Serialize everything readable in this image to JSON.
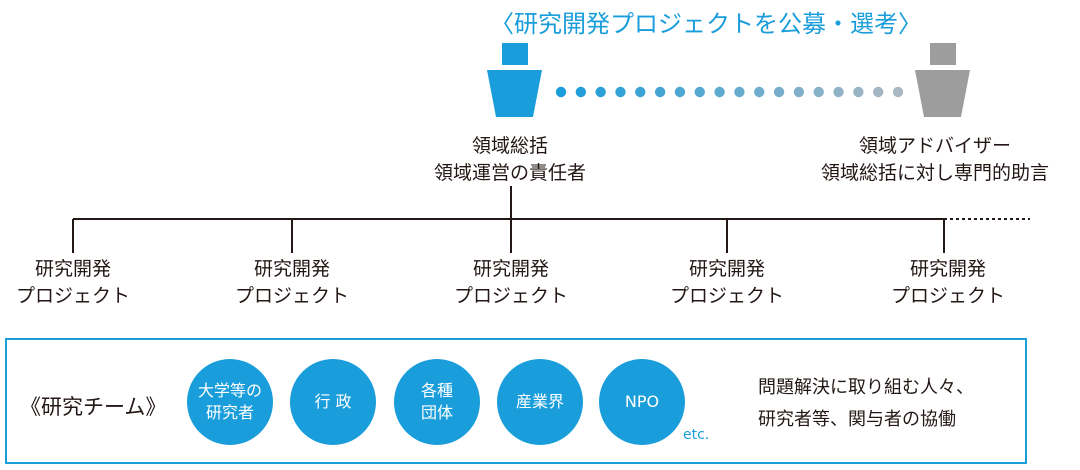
{
  "header": {
    "title": "〈研究開発プロジェクトを公募・選考〉"
  },
  "director": {
    "line1": "領域総括",
    "line2": "領域運営の責任者"
  },
  "advisor": {
    "line1": "領域アドバイザー",
    "line2": "領域総括に対し専門的助言"
  },
  "projects": [
    {
      "line1": "研究開発",
      "line2": "プロジェクト"
    },
    {
      "line1": "研究開発",
      "line2": "プロジェクト"
    },
    {
      "line1": "研究開発",
      "line2": "プロジェクト"
    },
    {
      "line1": "研究開発",
      "line2": "プロジェクト"
    },
    {
      "line1": "研究開発",
      "line2": "プロジェクト"
    }
  ],
  "team": {
    "title": "《研究チーム》",
    "members": [
      "大学等の\n研究者",
      "行 政",
      "各種\n団体",
      "産業界",
      "NPO"
    ],
    "etc": "etc.",
    "desc_line1": "問題解決に取り組む人々、",
    "desc_line2": "研究者等、関与者の協働"
  },
  "colors": {
    "accent": "#1a9ddb",
    "advisor": "#9d9d9d",
    "line": "#231815"
  },
  "icons": {
    "director": "person-icon-blue",
    "advisor": "person-icon-gray"
  }
}
